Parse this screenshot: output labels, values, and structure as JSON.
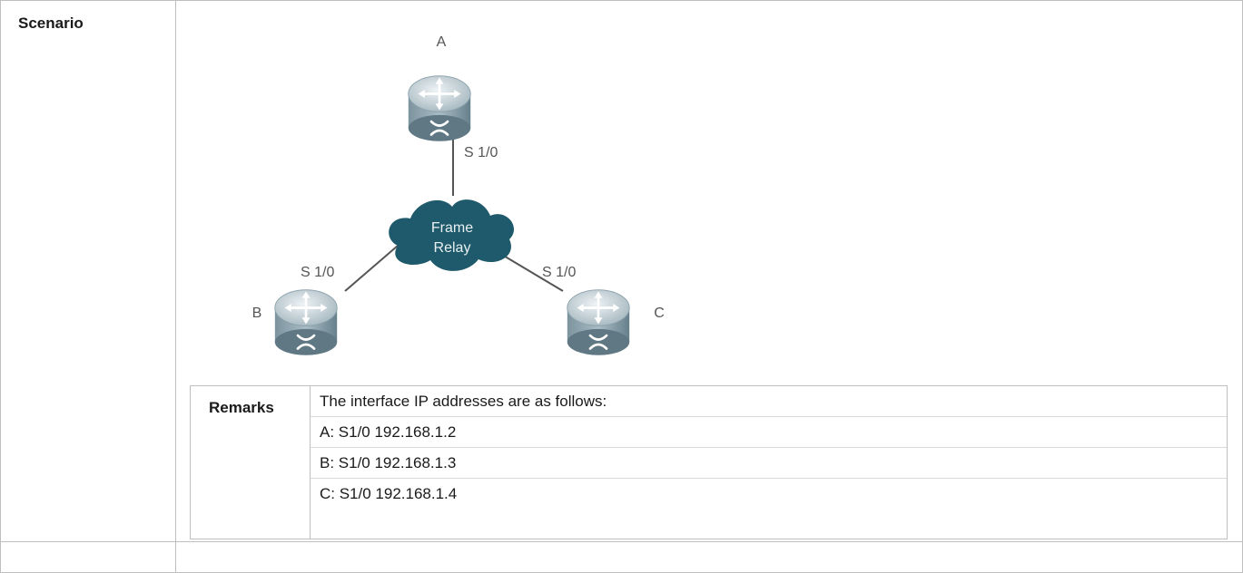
{
  "section": {
    "label": "Scenario"
  },
  "diagram": {
    "cloud_lines": [
      "Frame",
      "Relay"
    ],
    "devices": [
      {
        "name": "A",
        "interface": "S 1/0"
      },
      {
        "name": "B",
        "interface": "S 1/0"
      },
      {
        "name": "C",
        "interface": "S 1/0"
      }
    ],
    "colors": {
      "cloud": "#1e5a6b",
      "device_light": "#c6d3d9",
      "device_dark": "#6f8792",
      "link": "#555555"
    }
  },
  "remarks": {
    "label": "Remarks",
    "lines": [
      "The interface IP addresses are as follows:",
      "A: S1/0 192.168.1.2",
      "B: S1/0 192.168.1.3",
      "C: S1/0 192.168.1.4"
    ]
  }
}
